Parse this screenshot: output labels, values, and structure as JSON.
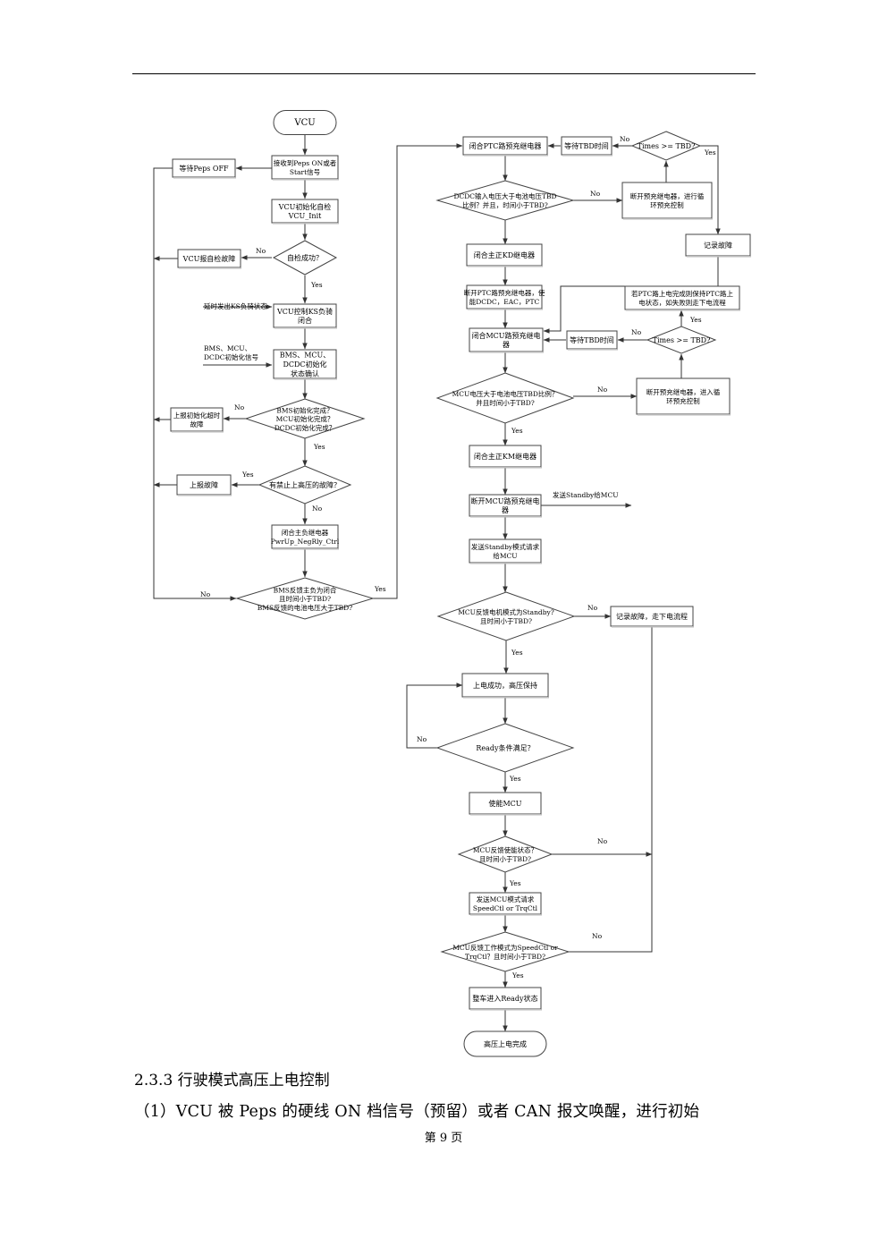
{
  "section": {
    "heading": "2.3.3  行驶模式高压上电控制",
    "paragraph": "（1）VCU 被 Peps 的硬线 ON 档信号（预留）或者 CAN 报文唤醒，进行初始"
  },
  "footer": {
    "page_label": "第 9 页"
  },
  "flowchart": {
    "nodes": {
      "vcu": [
        "VCU"
      ],
      "recv_on": [
        "接收到Peps ON或者",
        "Start信号"
      ],
      "wait_off": [
        "等待Peps OFF"
      ],
      "vcu_init": [
        "VCU初始化自检",
        "VCU_Init"
      ],
      "self_check": [
        "自检成功？"
      ],
      "report_self": [
        "VCU报自检故障"
      ],
      "ks_close": [
        "VCU控制KS负骑",
        "闭合"
      ],
      "init_confirm": [
        "BMS、MCU、",
        "DCDC初始化",
        "状态确认"
      ],
      "init_done": [
        "BMS初始化完成？",
        "MCU初始化完成？",
        "DCDC初始化完成？"
      ],
      "report_init": [
        "上报初始化超时",
        "故障"
      ],
      "forbid": [
        "有禁止上高压的故障？"
      ],
      "report_fault": [
        "上报故障"
      ],
      "neg_relay": [
        "闭合主负继电器",
        "PwrUp_NegRly_Ctrl"
      ],
      "bms_feedback": [
        "BMS反馈主负为闭合",
        "且时间小于TBD?",
        "BMS反馈的电池电压大于TBD?"
      ],
      "ptc_pre": [
        "闭合PTC路预充继电器"
      ],
      "wait_tbd1": [
        "等待TBD时间"
      ],
      "times1": [
        "Times >= TBD?"
      ],
      "dcdc_check": [
        "DCDC输入电压大于电池电压TBD",
        "比例？并且，时间小于TBD?"
      ],
      "cycle1": [
        "断开预充继电器，进行循",
        "环预充控制"
      ],
      "log1": [
        "记录故障"
      ],
      "kd_close": [
        "闭合主正KD继电器"
      ],
      "ptc_open": [
        "断开PTC路预充继电器，使",
        "能DCDC，EAC，PTC"
      ],
      "mcu_pre": [
        "闭合MCU路预充继电",
        "器"
      ],
      "wait_tbd2": [
        "等待TBD时间"
      ],
      "times2": [
        "Times >= TBD?"
      ],
      "ptc_keep": [
        "若PTC路上电完成则保持PTC路上",
        "电状态，如失败则走下电流程"
      ],
      "mcu_volt": [
        "MCU电压大于电池电压TBD比例？",
        "并且时间小于TBD?"
      ],
      "cycle2": [
        "断开预充继电器，进入循",
        "环预充控制"
      ],
      "km_close": [
        "闭合主正KM继电器"
      ],
      "mcu_pre_open": [
        "断开MCU路预充继电",
        "器"
      ],
      "standby_req": [
        "发送Standby模式请求",
        "给MCU"
      ],
      "mcu_standby": [
        "MCU反馈电机模式为Standby?",
        "且时间小于TBD?"
      ],
      "log2": [
        "记录故障，走下电流程"
      ],
      "hv_keep": [
        "上电成功，高压保持"
      ],
      "ready_cond": [
        "Ready条件满足？"
      ],
      "enable_mcu": [
        "使能MCU"
      ],
      "mcu_enable_fb": [
        "MCU反馈使能状态？",
        "且时间小于TBD?"
      ],
      "send_mode": [
        "发送MCU模式请求",
        "SpeedCtl or TrqCtl"
      ],
      "mode_fb": [
        "MCU反馈工作模式为SpeedCtl or",
        "TrqCtl？且时间小于TBD?"
      ],
      "ready_state": [
        "整车进入Ready状态"
      ],
      "hv_done": [
        "高压上电完成"
      ]
    },
    "labels": {
      "ks_side": "延时发出KS负骑状态",
      "init_side": [
        "BMS、MCU、",
        "DCDC初始化信号"
      ],
      "standby_side": "发送Standby给MCU",
      "yes": "Yes",
      "no": "No"
    }
  }
}
